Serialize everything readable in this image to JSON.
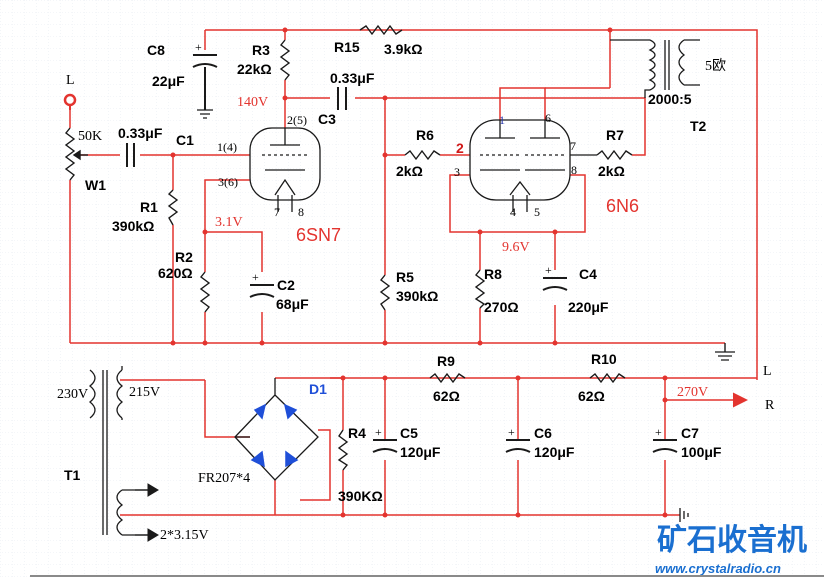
{
  "labels": {
    "L_in": "L",
    "W1_value": "50K",
    "W1": "W1",
    "C1_value": "0.33μF",
    "C1": "C1",
    "R1": "R1",
    "R1_value": "390kΩ",
    "R2": "R2",
    "R2_value": "620Ω",
    "C8": "C8",
    "C8_value": "22μF",
    "R3": "R3",
    "R3_value": "22kΩ",
    "V140": "140V",
    "C3": "C3",
    "C3_value": "0.33μF",
    "R15": "R15",
    "R15_value": "3.9kΩ",
    "T2": "T2",
    "T2_ratio": "2000:5",
    "T2_out": "5欧",
    "V1_tube": "6SN7",
    "V1_pin_grid": "1(4)",
    "V1_pin_plate": "2(5)",
    "V1_pin_cath": "3(6)",
    "V1_pin_h1": "7",
    "V1_pin_h2": "8",
    "V31": "3.1V",
    "C2": "C2",
    "C2_value": "68μF",
    "R5": "R5",
    "R5_value": "390kΩ",
    "R6": "R6",
    "R6_value": "2kΩ",
    "R7": "R7",
    "R7_value": "2kΩ",
    "V2_tube": "6N6",
    "V2_p1": "1",
    "V2_p6": "6",
    "V2_p2": "2",
    "V2_p7": "7",
    "V2_p3": "3",
    "V2_p8": "8",
    "V2_p4": "4",
    "V2_p5": "5",
    "V96": "9.6V",
    "R8": "R8",
    "R8_value": "270Ω",
    "C4": "C4",
    "C4_value": "220μF",
    "T1": "T1",
    "T1_primary": "230V",
    "T1_secondary": "215V",
    "T1_heater": "2*3.15V",
    "D1": "D1",
    "D1_part": "FR207*4",
    "R4": "R4",
    "R4_value": "390KΩ",
    "C5": "C5",
    "C5_value": "120μF",
    "R9": "R9",
    "R9_value": "62Ω",
    "C6": "C6",
    "C6_value": "120μF",
    "R10": "R10",
    "R10_value": "62Ω",
    "V270": "270V",
    "C7": "C7",
    "C7_value": "100μF",
    "L_out": "L",
    "R_out": "R",
    "wm_cn": "矿石收音机",
    "wm_url": "www.crystalradio.cn"
  },
  "colors": {
    "wire": "#e3342f",
    "wire_dark": "#1a1a1a",
    "diode": "#1f4fd8",
    "grid": "#d6dde8",
    "watermark": "#1a6fd0"
  }
}
